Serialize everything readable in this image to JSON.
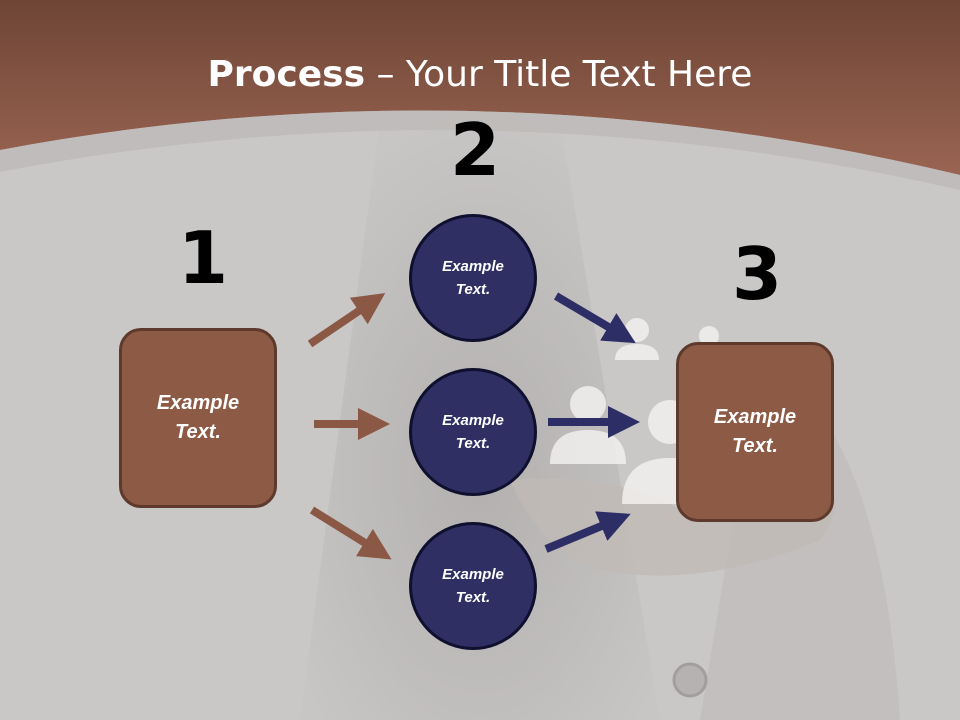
{
  "title": {
    "bold": "Process",
    "rest": " – Your Title Text Here"
  },
  "steps": [
    {
      "number": "1",
      "text_line1": "Example",
      "text_line2": "Text."
    },
    {
      "number": "2"
    },
    {
      "number": "3",
      "text_line1": "Example",
      "text_line2": "Text."
    }
  ],
  "circles": [
    {
      "line1": "Example",
      "line2": "Text."
    },
    {
      "line1": "Example",
      "line2": "Text."
    },
    {
      "line1": "Example",
      "line2": "Text."
    }
  ],
  "colors": {
    "header": "#8b5a47",
    "box_fill": "#8c5a45",
    "circle_fill": "#2f2f63",
    "brown_arrow": "#8a5844",
    "navy_arrow": "#2e2e66"
  }
}
